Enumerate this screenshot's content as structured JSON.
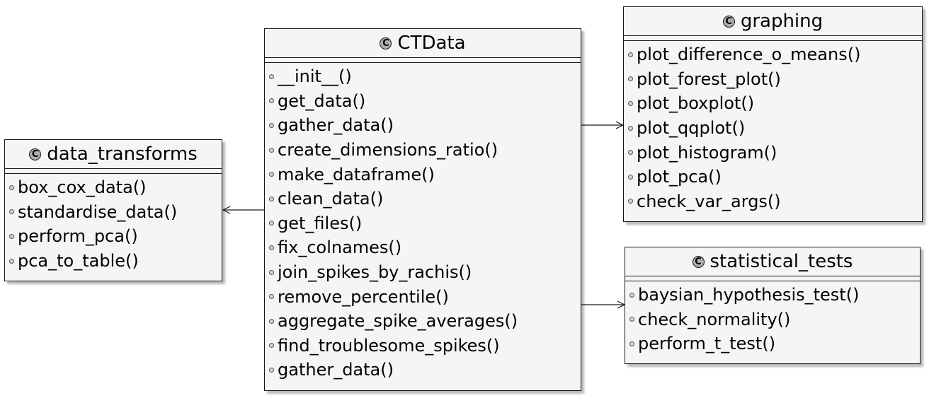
{
  "diagram": {
    "class_badge": "C",
    "classes": {
      "ctdata": {
        "name": "CTData",
        "methods": [
          "__init__()",
          "get_data()",
          "gather_data()",
          "create_dimensions_ratio()",
          "make_dataframe()",
          "clean_data()",
          "get_files()",
          "fix_colnames()",
          "join_spikes_by_rachis()",
          "remove_percentile()",
          "aggregate_spike_averages()",
          "find_troublesome_spikes()",
          "gather_data()"
        ]
      },
      "data_transforms": {
        "name": "data_transforms",
        "methods": [
          "box_cox_data()",
          "standardise_data()",
          "perform_pca()",
          "pca_to_table()"
        ]
      },
      "graphing": {
        "name": "graphing",
        "methods": [
          "plot_difference_o_means()",
          "plot_forest_plot()",
          "plot_boxplot()",
          "plot_qqplot()",
          "plot_histogram()",
          "plot_pca()",
          "check_var_args()"
        ]
      },
      "statistical_tests": {
        "name": "statistical_tests",
        "methods": [
          "baysian_hypothesis_test()",
          "check_normality()",
          "perform_t_test()"
        ]
      }
    },
    "relations": [
      {
        "from": "CTData",
        "to": "data_transforms"
      },
      {
        "from": "CTData",
        "to": "graphing"
      },
      {
        "from": "CTData",
        "to": "statistical_tests"
      }
    ]
  }
}
